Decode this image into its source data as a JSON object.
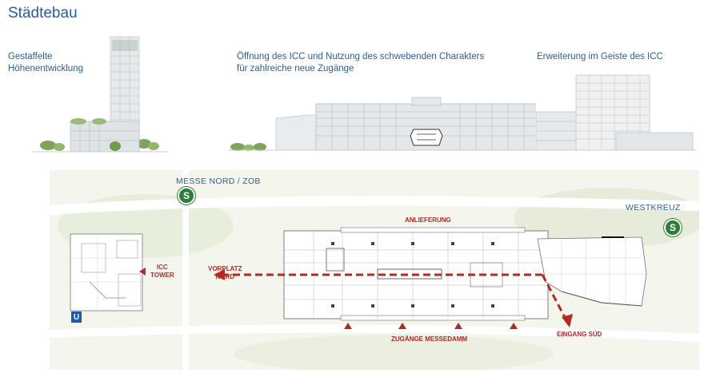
{
  "page": {
    "title": "Städtebau"
  },
  "captions": {
    "left": "Gestaffelte\nHöhenentwicklung",
    "center": "Öffnung des ICC und Nutzung des schwebenden Charakters\nfür zahlreiche neue Zugänge",
    "right": "Erweiterung im Geiste des ICC"
  },
  "plan": {
    "stations": {
      "north": "MESSE NORD / ZOB",
      "west": "WESTKREUZ",
      "s_symbol": "S",
      "u_symbol": "U"
    },
    "labels": {
      "delivery": "ANLIEFERUNG",
      "forecourt": "VORPLATZ\nNORD",
      "tower": "ICC\nTOWER",
      "entrances": "ZUGÄNGE MESSEDAMM",
      "south_entrance": "EINGANG SÜD"
    }
  },
  "colors": {
    "title": "#2a5c9a",
    "accent_red": "#b22a26",
    "sbahn_green": "#2d7d3a",
    "ubahn_blue": "#1e5aa8"
  }
}
